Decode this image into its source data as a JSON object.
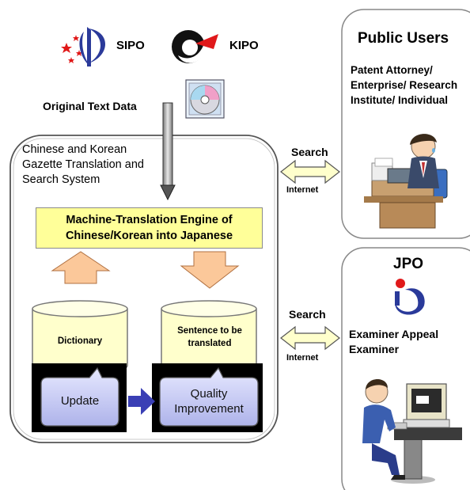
{
  "logos": {
    "sipo": "SIPO",
    "kipo": "KIPO"
  },
  "labels": {
    "original_text_data": "Original Text Data",
    "system_title": "Chinese and Korean Gazette Translation and Search System",
    "engine": "Machine-Translation Engine of Chinese/Korean into Japanese"
  },
  "cylinders": {
    "dictionary": "Dictionary",
    "sentence": "Sentence to be translated"
  },
  "actions": {
    "update": "Update",
    "quality": "Quality Improvement"
  },
  "connections": {
    "search_top": "Search",
    "internet_top": "Internet",
    "search_bottom": "Search",
    "internet_bottom": "Internet"
  },
  "public_users": {
    "title": "Public Users",
    "desc": "Patent Attorney/ Enterprise/ Research Institute/ Individual"
  },
  "jpo": {
    "title": "JPO",
    "desc": "Examiner Appeal Examiner"
  },
  "colors": {
    "engine_fill": "#ffff99",
    "cylinder_fill": "#ffffcc",
    "button_fill": "#c5c8f2",
    "orange_arrow": "#fbc89a",
    "blue_arrow": "#3a3fb5"
  }
}
